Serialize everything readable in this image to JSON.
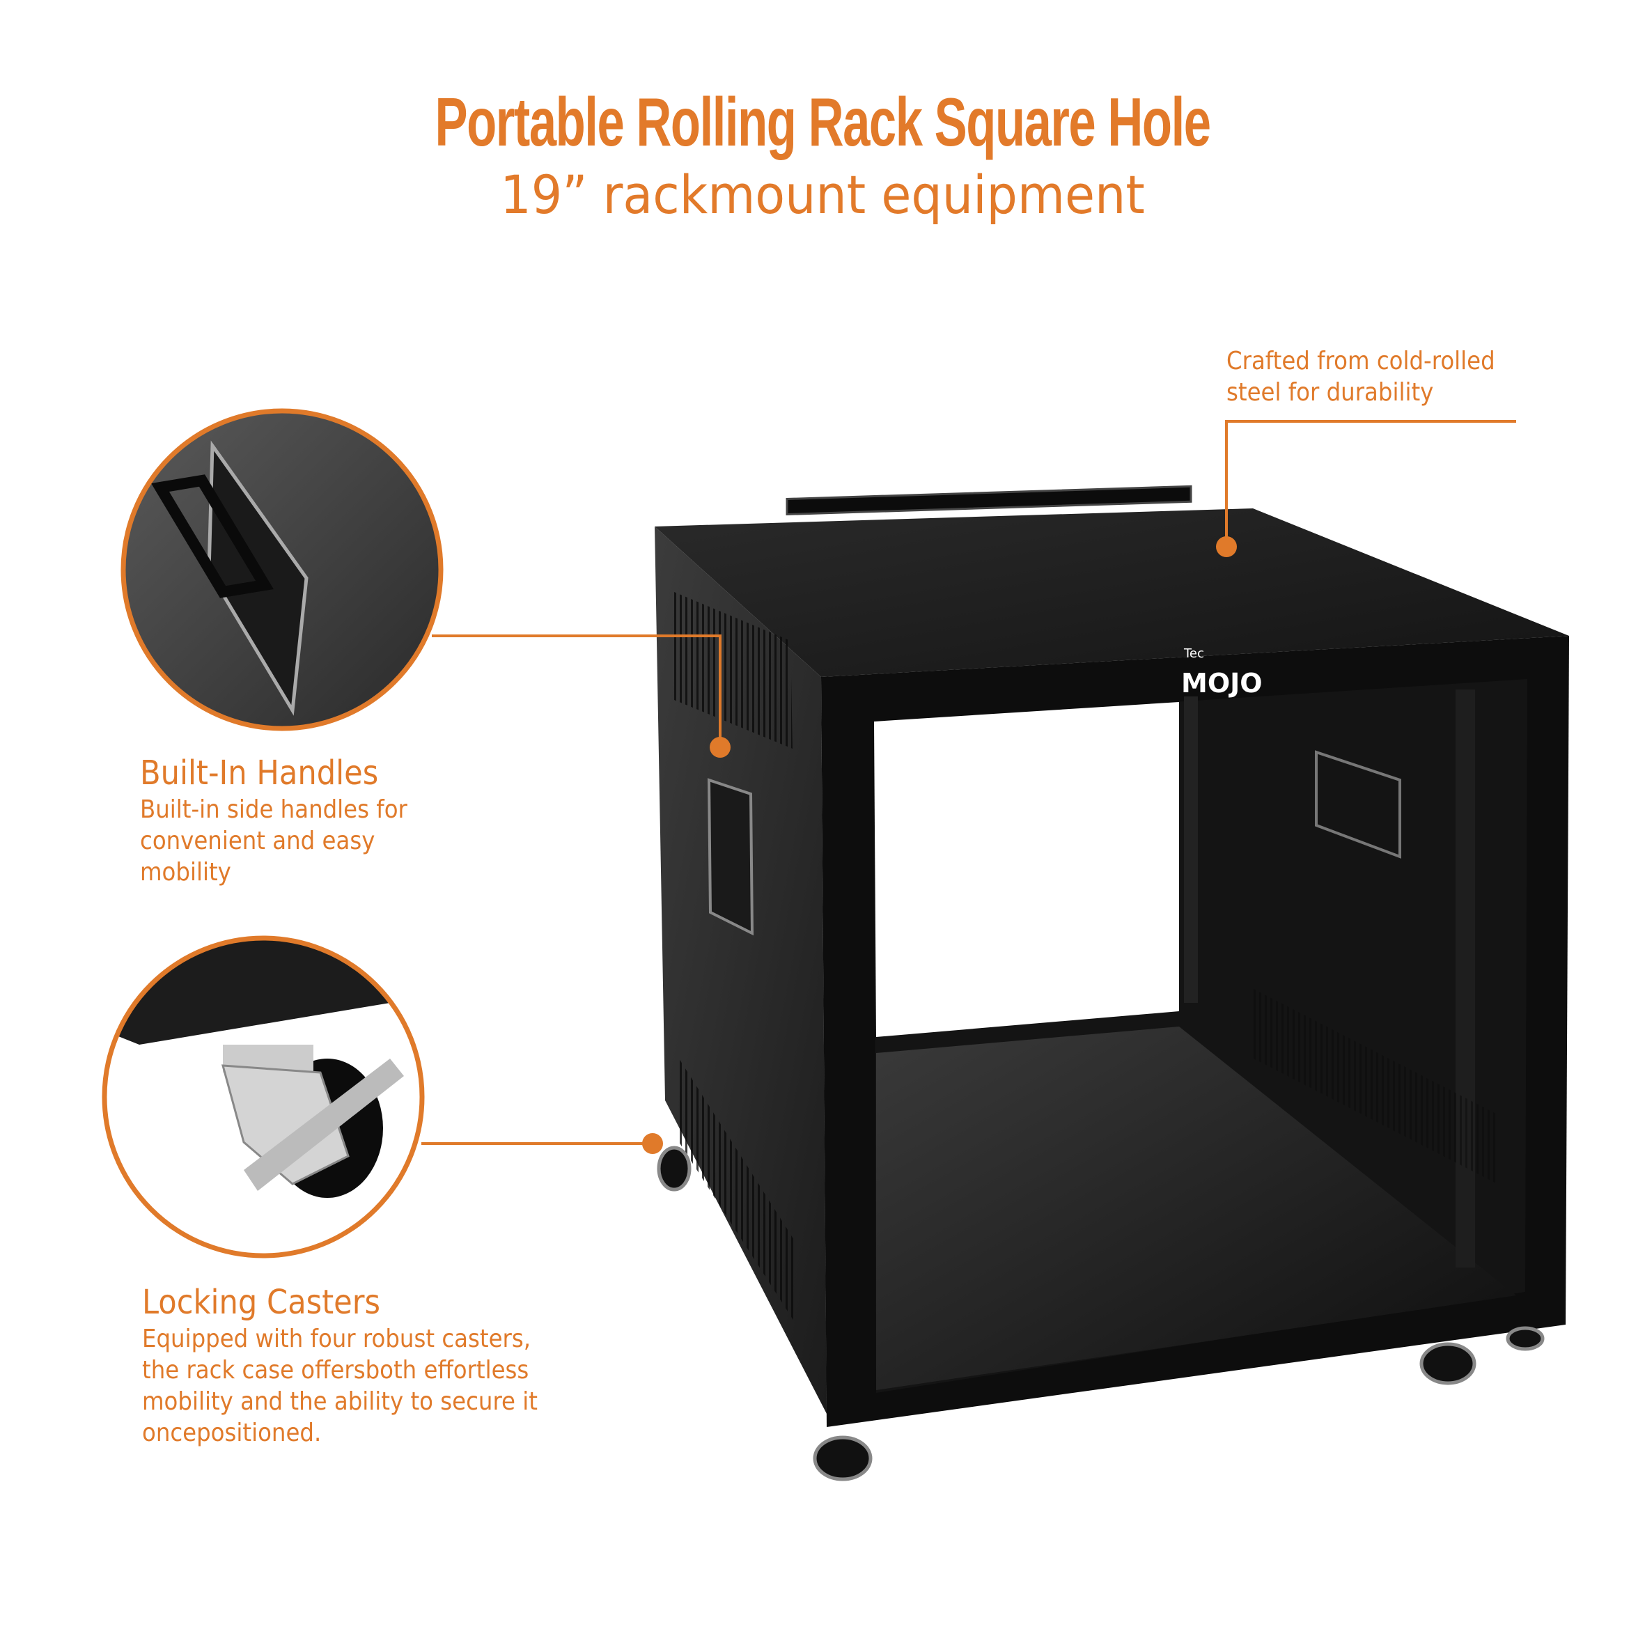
{
  "header": {
    "title": "Portable Rolling Rack Square Hole",
    "subtitle": "19” rackmount equipment"
  },
  "callouts": {
    "steel": {
      "lines": [
        "Crafted from cold-rolled",
        "steel for durability"
      ]
    },
    "handles": {
      "heading": "Built-In Handles",
      "lines": [
        "Built-in side handles for",
        "convenient and easy",
        "mobility"
      ]
    },
    "casters": {
      "heading": "Locking Casters",
      "lines": [
        "Equipped with four robust casters,",
        "the rack case offersboth effortless",
        "mobility and the ability to secure it",
        "oncepositioned."
      ]
    }
  },
  "product": {
    "logo_small": "Tec",
    "logo": "MOJO"
  },
  "colors": {
    "accent": "#e07a2a",
    "rack": "#1a1a1a"
  }
}
